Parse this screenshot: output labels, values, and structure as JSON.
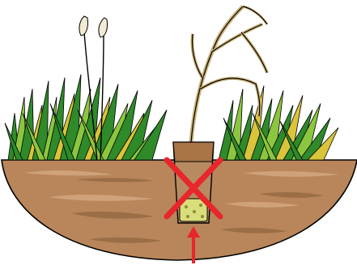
{
  "illustration": {
    "colors": {
      "soil": "#b8865a",
      "soil_shadow": "#a87448",
      "grass_dark": "#2f8a2a",
      "grass_light": "#8cc63e",
      "grass_yellow": "#d9c43a",
      "dead_plant": "#c9b27a",
      "pot": "#b88a62",
      "cross": "#e8262c",
      "arrow": "#e8262c",
      "root_ball": "#d8df7a"
    },
    "icons": [
      "grass-clump-left",
      "grass-clump-right",
      "pampas-plumes",
      "dead-plant",
      "plant-pot",
      "red-cross",
      "red-arrow"
    ]
  }
}
